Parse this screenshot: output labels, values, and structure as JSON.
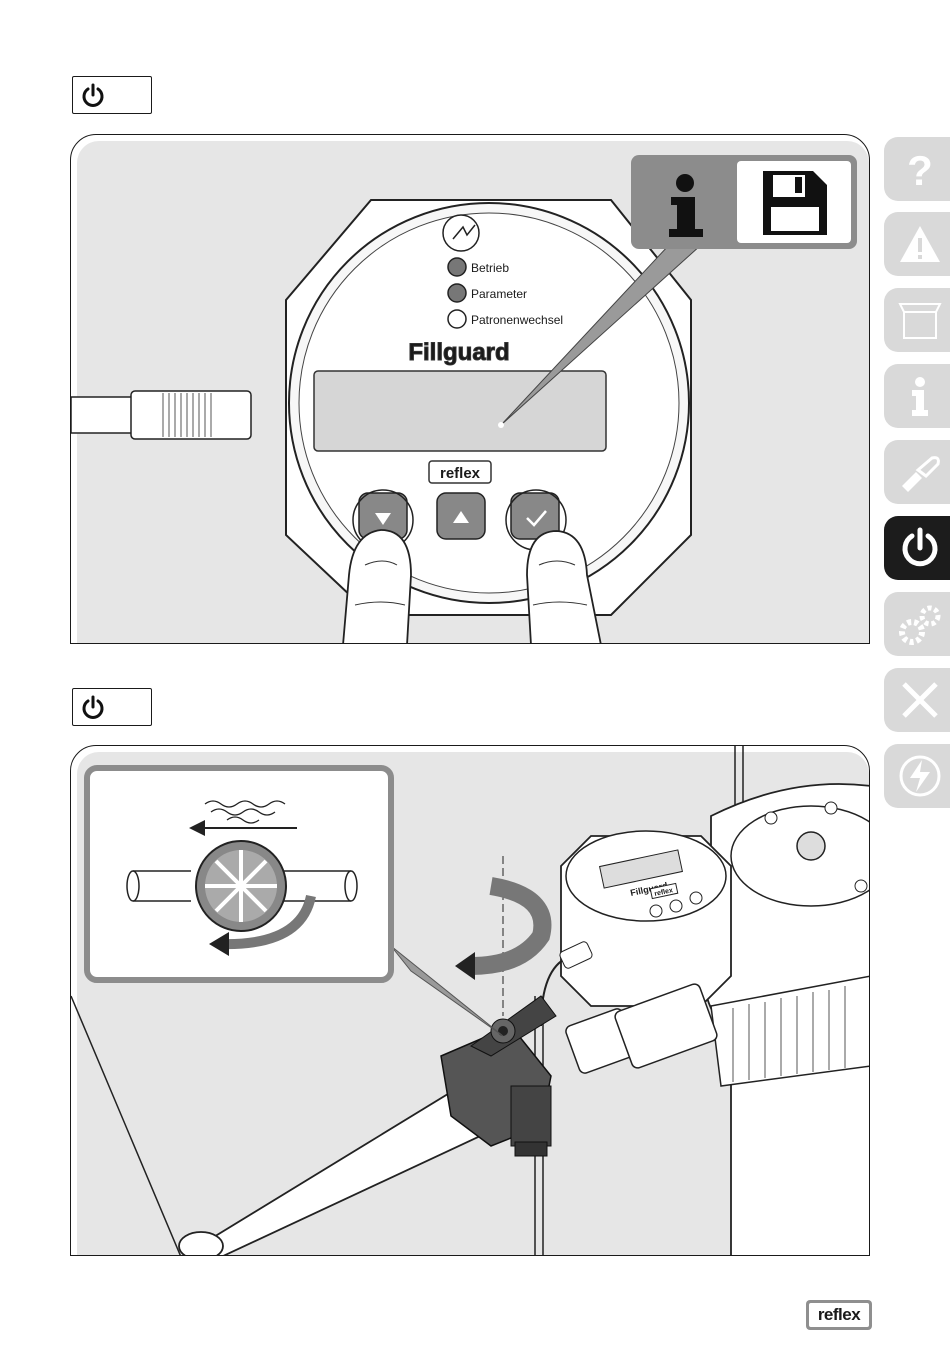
{
  "step1": {
    "icon": "power-icon",
    "device": {
      "leds": [
        {
          "label": "Betrieb",
          "state": "on"
        },
        {
          "label": "Parameter",
          "state": "on"
        },
        {
          "label": "Patronenwechsel",
          "state": "off"
        }
      ],
      "brand_name": "Fillguard",
      "logo_text": "reflex",
      "buttons": [
        "down-arrow-button",
        "up-arrow-button",
        "confirm-check-button"
      ]
    },
    "callout_icons": [
      "info-icon",
      "save-disk-icon"
    ]
  },
  "step2": {
    "icon": "power-icon",
    "small_device": {
      "brand_name": "Fillguard",
      "logo_text": "reflex"
    },
    "callout_icons": [
      "water-flow-icon",
      "flow-arrow-icon",
      "impeller-icon",
      "rotate-arrow-icon"
    ]
  },
  "sidebar": {
    "tabs": [
      {
        "icon": "question-icon",
        "active": false
      },
      {
        "icon": "warning-icon",
        "active": false
      },
      {
        "icon": "box-icon",
        "active": false
      },
      {
        "icon": "info-icon",
        "active": false
      },
      {
        "icon": "wrench-hand-icon",
        "active": false
      },
      {
        "icon": "power-icon",
        "active": true
      },
      {
        "icon": "gears-icon",
        "active": false
      },
      {
        "icon": "tools-icon",
        "active": false
      },
      {
        "icon": "lightning-icon",
        "active": false
      }
    ]
  },
  "footer": {
    "logo_text": "reflex"
  },
  "colors": {
    "active_tab": "#1c1c1c",
    "inactive_tab": "#d9d9d9",
    "panel_bg": "#e6e6e6",
    "callout_frame": "#8c8c8c"
  }
}
